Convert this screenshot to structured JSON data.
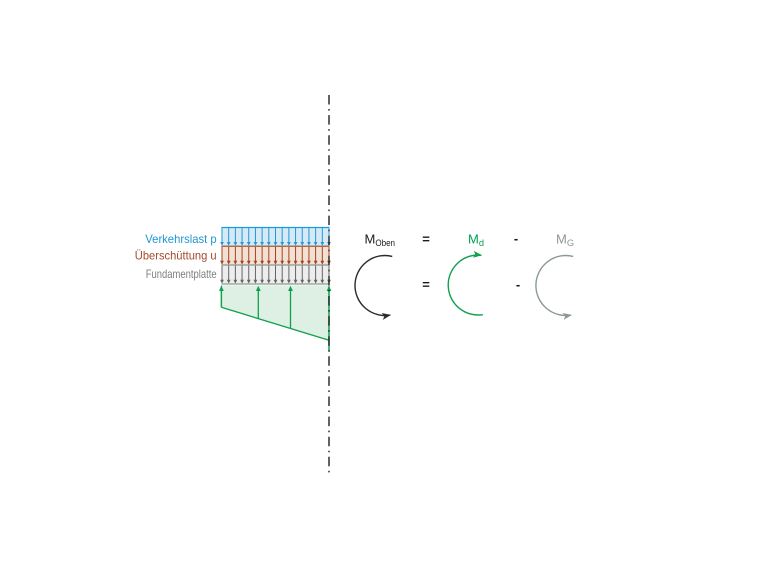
{
  "figure": {
    "background": "#ffffff",
    "axis_style": "dash-dot-centerline"
  },
  "load_diagram": {
    "labels": [
      {
        "text": "Verkehrslast p",
        "color": "#1e96d2"
      },
      {
        "text": "Überschüttung u",
        "color": "#a5492b"
      },
      {
        "text": "Fundamentplatte",
        "color": "#7f7f7f"
      }
    ],
    "bands": [
      {
        "name": "Verkehrslast p",
        "stroke": "#1e9ad6",
        "fill": "#d6e9f6",
        "arrow_count": 17,
        "arrow_direction": "down"
      },
      {
        "name": "Überschüttung u",
        "stroke": "#a04420",
        "fill": "#f3e0d3",
        "arrow_count": 17,
        "arrow_direction": "down"
      },
      {
        "name": "Fundamentplatte",
        "stroke": "#646464",
        "fill": "#ededed",
        "arrow_count": 17,
        "arrow_direction": "down"
      }
    ],
    "soil_reaction": {
      "stroke": "#10a04e",
      "fill": "#ddf0e3",
      "arrow_count": 4,
      "arrow_direction": "up",
      "shape": "trapezoid"
    }
  },
  "equation": {
    "m_oben": {
      "base": "M",
      "sub": "Oben",
      "color": "#1a1a1a"
    },
    "eq1": "=",
    "m_d": {
      "base": "M",
      "sub": "d",
      "color": "#00a14e"
    },
    "minus1": "-",
    "m_g": {
      "base": "M",
      "sub": "G",
      "color": "#8e9898"
    },
    "eq2": "=",
    "minus2": "-",
    "arcs": [
      {
        "name": "M_Oben",
        "color": "#2b2b2b",
        "arrow_at": "bottom"
      },
      {
        "name": "M_d",
        "color": "#10a04e",
        "arrow_at": "top"
      },
      {
        "name": "M_G",
        "color": "#8e9898",
        "arrow_at": "bottom"
      }
    ]
  }
}
